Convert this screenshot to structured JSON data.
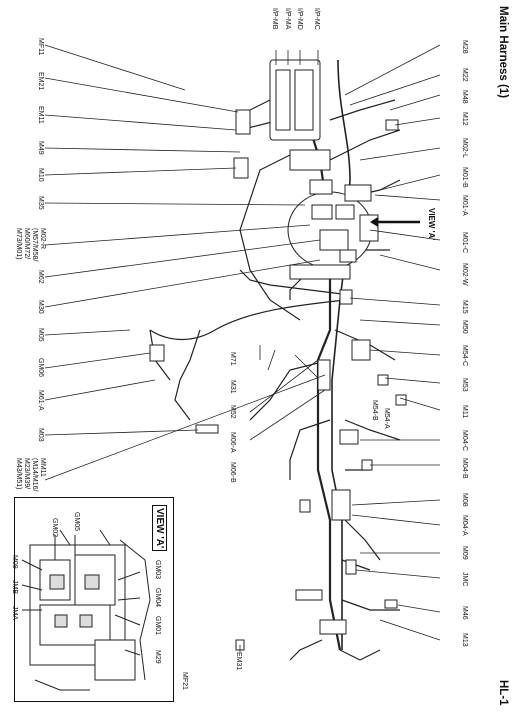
{
  "header": {
    "title": "Main Harness (1)",
    "page_id": "HL-1"
  },
  "view_callout": "VIEW 'A'",
  "view_box_title": "VIEW 'A'",
  "labels": {
    "M28": "M28",
    "M22": "M22",
    "M48": "M48",
    "M12": "M12",
    "M02L": "M02-L",
    "M01B": "M01-B",
    "M01A": "M01-A",
    "M01C": "M01-C",
    "M02W": "M02-W",
    "M15": "M15",
    "M50": "M50",
    "M54C": "M54-C",
    "M53": "M53",
    "M11": "M11",
    "M04C": "M04-C",
    "M04B": "M04-B",
    "M08": "M08",
    "M04A": "M04-A",
    "M09": "M09",
    "JMC": "JMC",
    "M46": "M46",
    "M13": "M13",
    "IPMC": "I/P-MC",
    "IPMD": "I/P-MD",
    "IPMA": "I/P-MA",
    "IPMB": "I/P-MB",
    "MF11": "MF11",
    "EM21": "EM21",
    "EM11": "EM11",
    "M49": "M49",
    "M10": "M10",
    "M35": "M35",
    "M02R_group": "M02-R\n(M57/M58/\nM60/M72/\nM73/M01)",
    "M62": "M62",
    "M30": "M30",
    "M05": "M05",
    "GM06": "GM06",
    "M61A": "M61-A",
    "M03": "M03",
    "MM11_group": "MM11\n(M14/M16/\nM23/M39/\nM43/M51)",
    "M71": "M71",
    "M31": "M31",
    "M52": "M52",
    "M06A": "M06-A",
    "M06B": "M06-B",
    "M54A": "M54-A",
    "M54B": "M54-B",
    "GM05": "GM05",
    "GM02": "GM02",
    "GM03": "GM03",
    "GM04": "GM04",
    "GM01": "GM01",
    "M29": "M29",
    "M09v": "M09",
    "JMB": "JMB",
    "JMA": "JMA",
    "EM31": "EM31",
    "MF21": "MF21"
  }
}
